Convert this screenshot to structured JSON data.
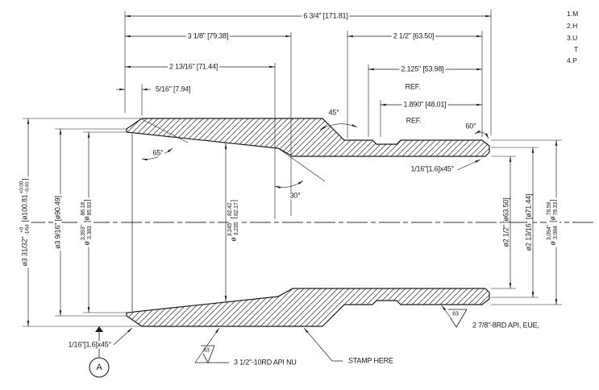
{
  "drawing": {
    "notes_truncated": [
      "1.M",
      "2.H",
      "3.U",
      "T",
      "4.P"
    ],
    "dims_top": {
      "overall": "6 3/4\" [171.81]",
      "left_1": "3 1/8\" [79.38]",
      "left_2": "2 13/16\" [71.44]",
      "left_3": "5/16\" [7.94]",
      "right_1": "2 1/2\" [63.50]",
      "right_2": "2.125\" [53.98]",
      "right_2_ref": "REF.",
      "right_3": "1.890\" [48.01]",
      "right_3_ref": "REF."
    },
    "angles": {
      "chamfer_45": "45°",
      "chamfer_60": "60°",
      "chamfer_65": "65°",
      "shoulder_30": "30°"
    },
    "dia_left": {
      "od": {
        "prefix": "ø3 31/32\"",
        "tol_plus": "+0",
        "tol_minus": "-1/64",
        "metric_prefix": "[ø100.81",
        "metric_plus": "+0.00",
        "metric_minus": "-0.40",
        "metric_suffix": "]"
      },
      "face": "ø3 9/16\" [ø90.49]",
      "thread_bore": {
        "prefix": "ø",
        "in_top": "3.393\"",
        "in_bot": "3.383",
        "metric_open": "[ø",
        "mm_top": "86.18",
        "mm_bot": "85.93",
        "metric_close": "]"
      },
      "bore": {
        "prefix": "ø",
        "in_top": "3.245\"",
        "in_bot": "3.235",
        "metric_open": "[",
        "mm_top": "82.42",
        "mm_bot": "82.17",
        "metric_close": "]"
      }
    },
    "dia_right": {
      "bore": "ø2 1/2\" [ø63.50]",
      "thread_root": "ø2 13/16\" [ø71.44]",
      "od": {
        "prefix": "ø",
        "in_top": "3.094\"",
        "in_bot": "3.084",
        "metric_open": "[ø",
        "mm_top": "78.59",
        "mm_bot": "78.33",
        "metric_close": "]"
      }
    },
    "callouts": {
      "chamfer_bottom_left": "1/16\"[1.6]x45°",
      "chamfer_top_right": "1/16\"[1.6]x45°",
      "thread_left": "3 1/2\"-10RD API NU",
      "thread_right": "2 7/8\"-8RD API, EUE,",
      "stamp": "STAMP HERE",
      "finish_left": "63",
      "finish_right": "63",
      "datum_label": "A"
    }
  }
}
